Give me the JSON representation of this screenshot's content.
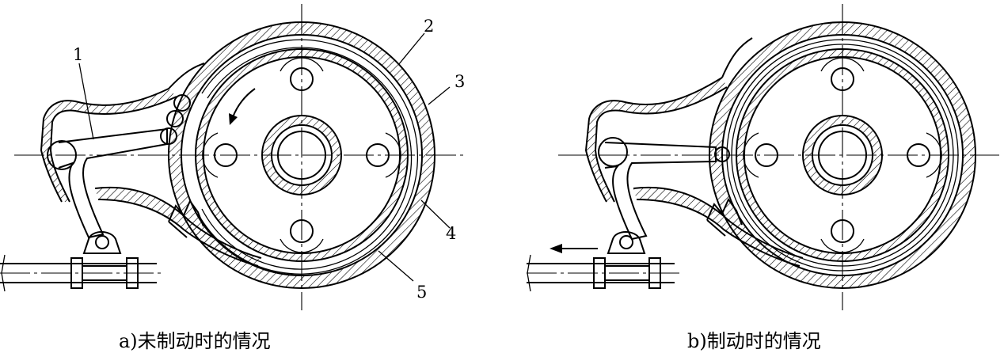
{
  "panel_a": {
    "caption": "a)未制动时的情况",
    "labels": [
      "1",
      "2",
      "3",
      "4",
      "5"
    ]
  },
  "panel_b": {
    "caption": "b)制动时的情况"
  }
}
